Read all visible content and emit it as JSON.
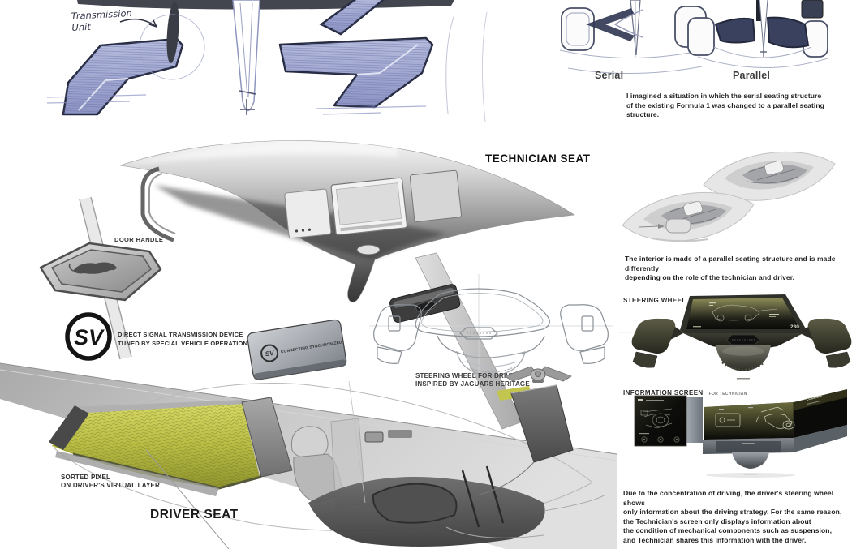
{
  "board": {
    "background": "#ffffff"
  },
  "colors": {
    "pencil_blue": "#8d94c4",
    "pencil_dark": "#262a40",
    "accent_yellow": "#c2c64e",
    "screen_olive": "#8f8f58",
    "render_dark": "#0b0b09"
  },
  "top_sketch": {
    "annotation_line1": "Transmission",
    "annotation_line2": "Unit"
  },
  "comparison": {
    "serial_label": "Serial",
    "parallel_label": "Parallel",
    "caption_line1": "I imagined a situation in which the serial seating structure",
    "caption_line2": "of the existing Formula 1 was changed to a parallel seating structure."
  },
  "technician": {
    "title": "TECHNICIAN SEAT"
  },
  "door_handle": {
    "label": "DOOR HANDLE"
  },
  "sv_device": {
    "logo_text": "SV",
    "line1": "DIRECT SIGNAL TRANSMISSION DEVICE",
    "line2": "TUNED BY SPECIAL VEHICLE OPERATIONS"
  },
  "connecting_device": {
    "logo_text": "SV",
    "label": "CONNECTING SYNCHRONIZED"
  },
  "steering_sketch": {
    "caption_line1": "STEERING WHEEL FOR DRIVER",
    "caption_line2": "INSPIRED BY JAGUARS HERITAGE"
  },
  "interior_note": {
    "line1": "The interior is made of a parallel seating structure and is made differently",
    "line2": "depending on the role of the technician and driver."
  },
  "steering_render": {
    "label": "STEERING WHEEL",
    "sublabel": "FOR DRIVER",
    "speed_value": "230"
  },
  "information_screen": {
    "label": "INFORMATION SCREEN",
    "sublabel": "FOR TECHNICIAN",
    "compare_label": "COMPARE"
  },
  "driver": {
    "sorted_pixel_line1": "SORTED PIXEL",
    "sorted_pixel_line2": "ON DRIVER'S VIRTUAL LAYER",
    "title": "DRIVER SEAT"
  },
  "conclusion": {
    "line1": "Due to the concentration of driving, the driver's steering wheel shows",
    "line2": "only information about the driving strategy. For the same reason,",
    "line3": "the Technician's screen only displays information about",
    "line4": "the condition of mechanical components such as suspension,",
    "line5": "and Technician shares this information with the driver."
  }
}
